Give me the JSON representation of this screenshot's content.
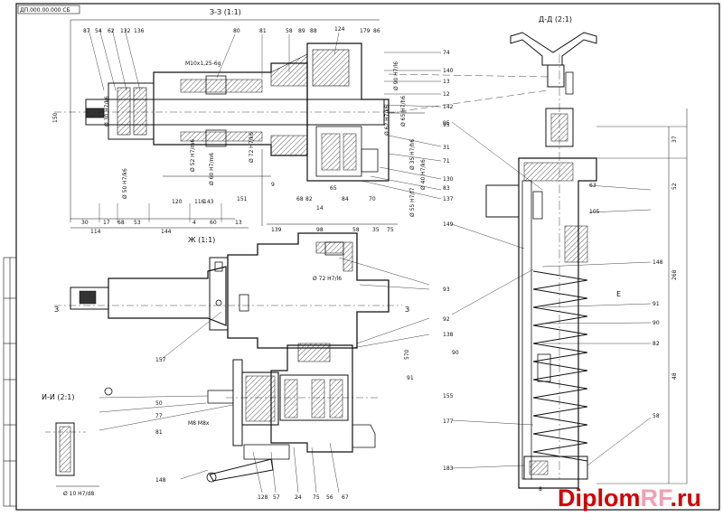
{
  "drawing": {
    "stamp": "ДП.000.00.000 СБ",
    "watermark": {
      "part1": "Diplom",
      "part2": "RF",
      "part3": ".ru"
    },
    "colors": {
      "line": "#111111",
      "watermark_red": "#d40000",
      "watermark_pink": "#f0a0b4",
      "paper": "#ffffff"
    },
    "views": {
      "section_zz": "З-З (1:1)",
      "section_dd": "Д-Д (2:1)",
      "view_zh": "Ж (1:1)",
      "section_ii": "И-И (2:1)",
      "cut_mark_left": "З",
      "cut_mark_right": "З",
      "view_e": "Е"
    },
    "callouts_top": [
      "87",
      "54",
      "62",
      "132",
      "136",
      "80",
      "81",
      "58",
      "89",
      "88",
      "124",
      "179",
      "86",
      "74",
      "140",
      "13",
      "12",
      "142",
      "95",
      "31",
      "71",
      "130",
      "83",
      "137",
      "65",
      "68",
      "82",
      "84",
      "70",
      "14",
      "9",
      "116",
      "120",
      "143",
      "151"
    ],
    "callouts_middle": [
      "93",
      "92",
      "138",
      "157",
      "91",
      "155",
      "90"
    ],
    "callouts_right": [
      "95",
      "63",
      "105",
      "149",
      "148",
      "91",
      "90",
      "82",
      "177",
      "58",
      "183"
    ],
    "callouts_bottom": [
      "50",
      "77",
      "81",
      "148",
      "128",
      "57",
      "24",
      "75",
      "56",
      "67",
      "8"
    ],
    "dimensions": [
      "30",
      "17",
      "68",
      "53",
      "144",
      "114",
      "4",
      "60",
      "13",
      "98",
      "139",
      "58",
      "35",
      "75",
      "37",
      "52",
      "268",
      "48",
      "150",
      "570"
    ],
    "fits": [
      "M10x1,25-6g",
      "Ø 30 H7/k6",
      "Ø 50 H7/k6",
      "Ø 52 H7/m6",
      "Ø 60 H7/m6",
      "Ø 35 H7/h6",
      "Ø 40 H7/k6",
      "Ø 72 H7/k6",
      "Ø 90 H7/l6",
      "Ø 62 H7/k6",
      "Ø 65 H7/h6",
      "Ø 55 H7/f7",
      "Ø 72 H7/l6",
      "M8 M8x",
      "Ø 10 H7/d8"
    ]
  }
}
